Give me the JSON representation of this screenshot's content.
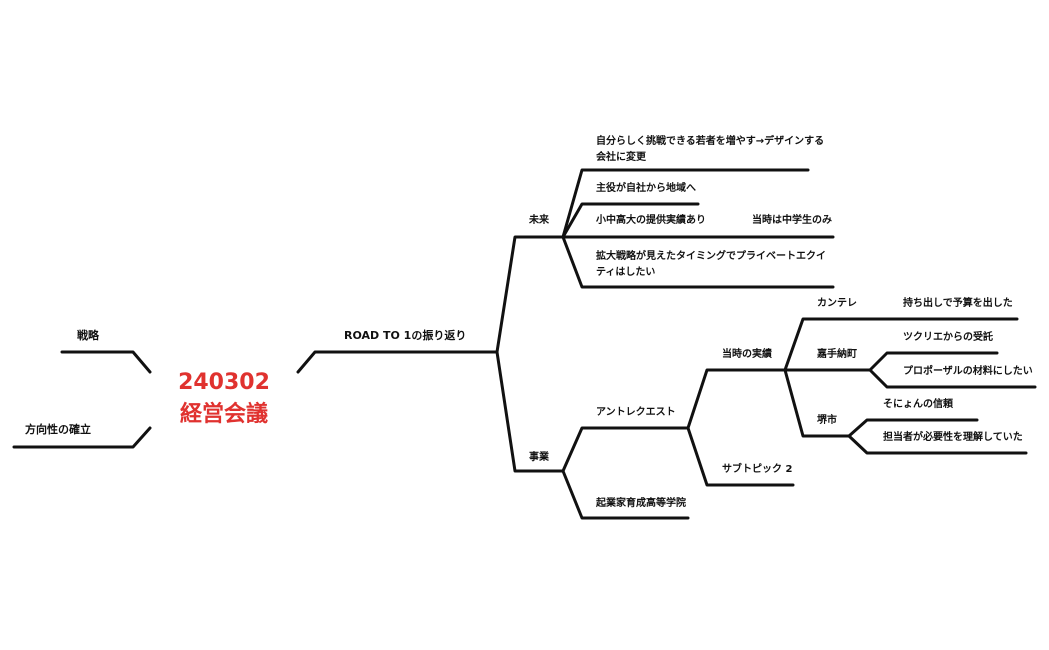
{
  "central": {
    "line1": "240302",
    "line2": "経営会議"
  },
  "left": {
    "strategy": "戦略",
    "direction": "方向性の確立"
  },
  "road": {
    "title": "ROAD TO 1の振り返り",
    "future": {
      "label": "未来",
      "items": [
        "自分らしく挑戦できる若者を増やす→デザインする会社に変更",
        "主役が自社から地域へ",
        "小中高大の提供実績あり",
        "拡大戦略が見えたタイミングでプライベートエクイティはしたい"
      ],
      "note": "当時は中学生のみ"
    },
    "business": {
      "label": "事業",
      "entrequest": "アントレクエスト",
      "achievements": "当時の実績",
      "kantele": "カンテレ",
      "kantele_note": "持ち出しで予算を出した",
      "kadena": "嘉手納町",
      "kadena_notes": [
        "ツクリエからの受託",
        "プロポーザルの材料にしたい"
      ],
      "sakai": "堺市",
      "sakai_notes": [
        "そにょんの信頼",
        "担当者が必要性を理解していた"
      ],
      "subtopic": "サブトピック 2",
      "school": "起業家育成高等学院"
    }
  },
  "colors": {
    "central": "#e0322f",
    "lines": "#111111"
  }
}
